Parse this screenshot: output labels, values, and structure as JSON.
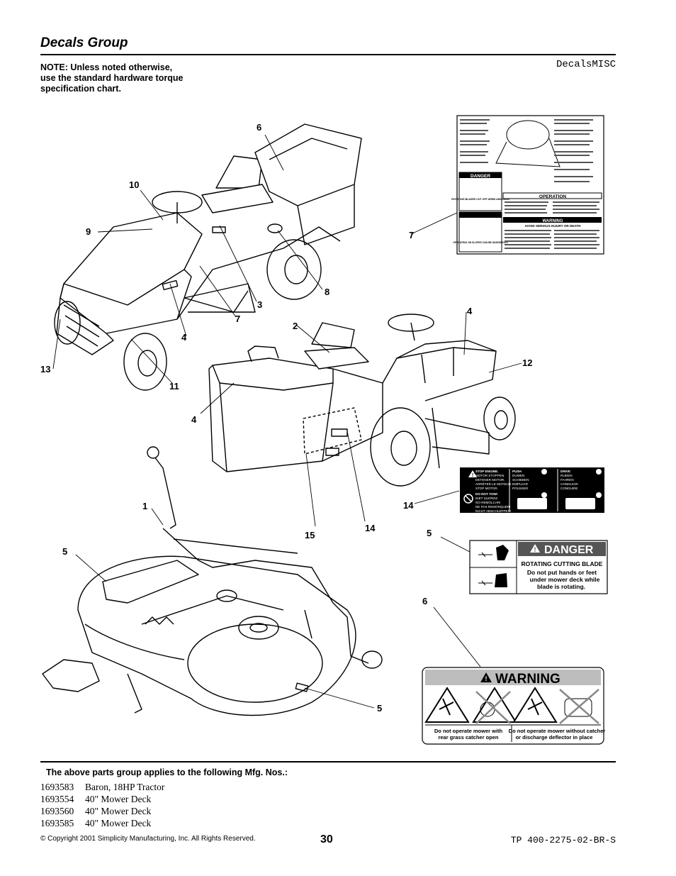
{
  "header": {
    "title": "Decals Group",
    "note_lines": [
      "NOTE: Unless noted otherwise,",
      "use the standard hardware torque",
      "specification chart."
    ],
    "section_code": "DecalsMISC"
  },
  "callouts": {
    "c1": "1",
    "c2": "2",
    "c3": "3",
    "c4a": "4",
    "c4b": "4",
    "c4c": "4",
    "c5a": "5",
    "c5b": "5",
    "c5c": "5",
    "c6a": "6",
    "c6b": "6",
    "c7a": "7",
    "c7b": "7",
    "c8": "8",
    "c9": "9",
    "c10": "10",
    "c11": "11",
    "c12": "12",
    "c13": "13",
    "c14a": "14",
    "c14b": "14",
    "c15": "15"
  },
  "decal_operation": {
    "heading": "OPERATION",
    "danger_label": "DANGER",
    "warning_label": "WARNING",
    "warning_sub": "AVOID SERIOUS INJURY OR DEATH",
    "danger_caption": "ROTATING BLADES CUT OFF ARMS AND LEGS",
    "danger_caption2": "OPERATING ON SLOPES CAN BE DANGEROUS"
  },
  "decal_push": {
    "stop_title": "STOP ENGINE.",
    "stop_lines": [
      "MOTOR STOPPEN.",
      "DETENER MOTOR.",
      "ARRÊTER LE MOTEUR.",
      "STOP MOTOR."
    ],
    "notow_title": "DO NOT TOW!",
    "notow_lines": [
      "NIET SLEPEN!",
      "NO REMOLCAR!",
      "NE PAS REMORQUER!",
      "NICHT ABSCHLEPPEN!"
    ],
    "push_title": "PUSH",
    "push_lines": [
      "DUWEN",
      "SCHIEBEN",
      "EMPUJAR",
      "POUSSER"
    ],
    "drive_title": "DRIVE",
    "drive_lines": [
      "RIJDEN",
      "FAHREN",
      "CONDUCIR",
      "CONDUIRE"
    ]
  },
  "decal_danger": {
    "label": "DANGER",
    "subtitle": "ROTATING CUTTING BLADE",
    "lines": [
      "Do not put hands or feet",
      "under mower deck while",
      "blade is rotating."
    ]
  },
  "decal_warning": {
    "label": "WARNING",
    "caption_left": [
      "Do not operate mower with",
      "rear grass catcher open"
    ],
    "caption_right": [
      "Do not operate mower without catcher",
      "or discharge deflector in place"
    ]
  },
  "applies_heading": "The above parts group applies to the following Mfg. Nos.:",
  "mfg": [
    {
      "num": "1693583",
      "desc": "Baron, 18HP Tractor"
    },
    {
      "num": "1693554",
      "desc": "40\" Mower Deck"
    },
    {
      "num": "1693560",
      "desc": "40\" Mower Deck"
    },
    {
      "num": "1693585",
      "desc": "40\" Mower Deck"
    }
  ],
  "footer": {
    "copyright": "© Copyright  2001 Simplicity Manufacturing, Inc. All Rights Reserved.",
    "page": "30",
    "doc_id": "TP 400-2275-02-BR-S"
  }
}
